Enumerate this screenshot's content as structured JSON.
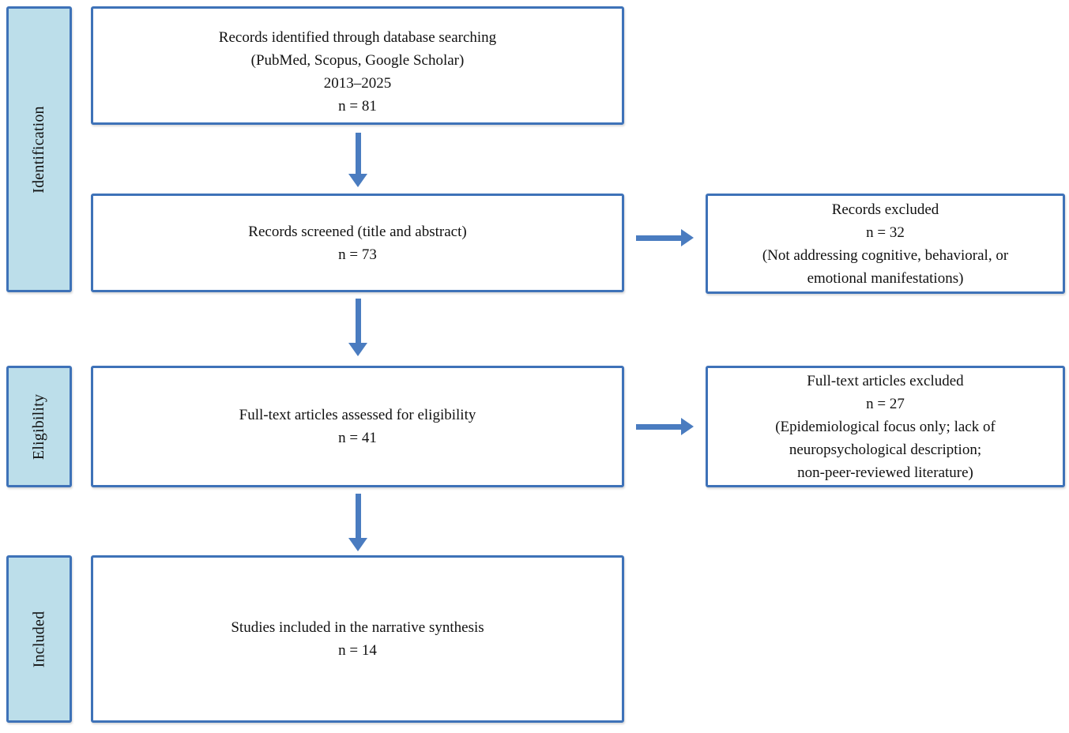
{
  "diagram": {
    "title": "PRISMA study selection flow diagram",
    "colors": {
      "box_border": "#3E72B8",
      "arrow": "#4A7CC0",
      "stage_fill": "#BCDEEA",
      "background": "#FFFFFF",
      "text": "#111111"
    },
    "stages": [
      {
        "label": "Identification"
      },
      {
        "label": "Eligibility"
      },
      {
        "label": "Included"
      }
    ],
    "boxes": {
      "identified": {
        "lines": [
          "Records identified through database searching",
          "(PubMed, Scopus, Google Scholar)",
          "2013–2025",
          "n = 81"
        ]
      },
      "screened": {
        "lines": [
          "Records screened (title and abstract)",
          "n = 73"
        ]
      },
      "records_excluded": {
        "lines": [
          "Records excluded",
          "n = 32",
          "(Not addressing cognitive, behavioral, or",
          "emotional manifestations)"
        ]
      },
      "fulltext_assessed": {
        "lines": [
          "Full-text articles assessed for eligibility",
          "n = 41"
        ]
      },
      "fulltext_excluded": {
        "lines": [
          "Full-text articles excluded",
          "n = 27",
          "(Epidemiological focus only; lack of",
          "neuropsychological description;",
          "non-peer-reviewed literature)"
        ]
      },
      "included": {
        "lines": [
          "Studies included in the narrative synthesis",
          "n = 14"
        ]
      }
    }
  }
}
